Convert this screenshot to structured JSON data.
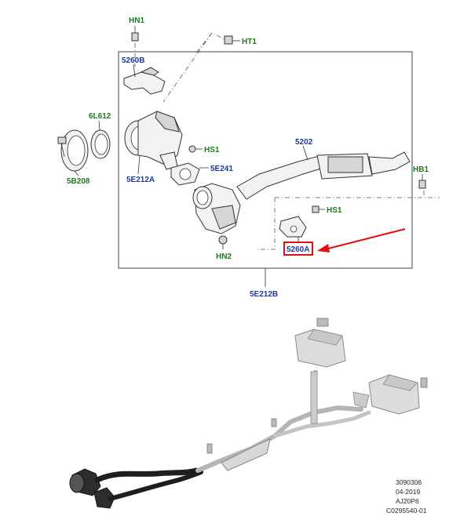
{
  "labels": {
    "hn1": "HN1",
    "ht1": "HT1",
    "p5260b": "5260B",
    "p6l612": "6L612",
    "hs1_top": "HS1",
    "p5b208": "5B208",
    "p5e212a": "5E212A",
    "p5e241": "5E241",
    "p5202": "5202",
    "hb1": "HB1",
    "hs1_right": "HS1",
    "p5260a": "5260A",
    "hn2": "HN2",
    "p5e212b": "5E212B"
  },
  "meta": {
    "line1": "3090306",
    "line2": "04-2019",
    "line3": "AJ20P6",
    "line4": "C0295540-01"
  },
  "colors": {
    "label_green": "#1f7a1f",
    "label_blue": "#1a3a9e",
    "highlight_red": "#e01010"
  }
}
